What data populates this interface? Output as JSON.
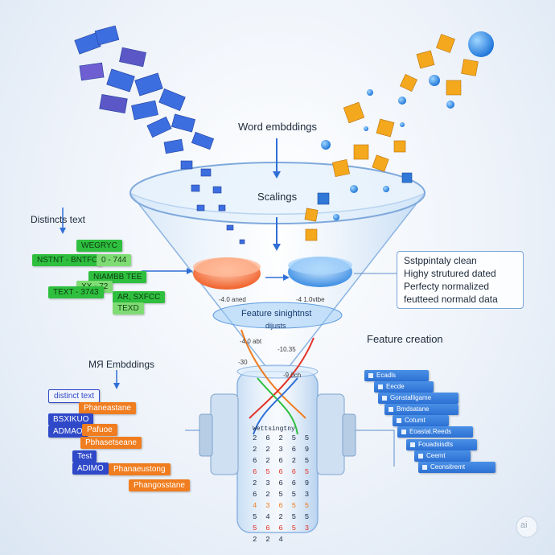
{
  "labels": {
    "word_embeddings": "Word embddings",
    "scalings": "Scalings",
    "distincts_text": "Distincts text",
    "feature_funnel": "Feature sinightnst",
    "feature_funnel_sub": "dijusts",
    "feature_creation": "Feature creation",
    "mr_embeddings": "MЯ Embddings",
    "wordmark": "ai"
  },
  "result_box": [
    "Sstppintaly clean",
    "Highy strutured dated",
    "Perfecty normalized",
    "feutteed normald data"
  ],
  "funnel_annotations": [
    "-4.0 aned",
    "-4 1.0vtbe",
    "-4.0 abt",
    "-10.35",
    "-30",
    "-9.0ch"
  ],
  "distinct_tags": [
    "WEGRYC",
    "NSTNT - BNTFC",
    "0 - 744",
    "NIAMBB TEE",
    "XX - 72",
    "TEXT - 3743",
    "AR, SXFCC",
    "TEXD"
  ],
  "mr_tags": [
    "distinct text",
    "Phaneastane",
    "BSXIKUO",
    "ADMAO",
    "Pafuoe",
    "Pbhasetseane",
    "Test",
    "ADIMO",
    "Phanaeustong",
    "Phangosstane"
  ],
  "feature_list": [
    "Ecadls",
    "Eecde",
    "Gonstalligame",
    "Bmdsatane",
    "Cotumt",
    "Eoastal.Reeds",
    "Fouadsisdts",
    "Ceemt",
    "Ceonsitremt"
  ],
  "tube_header": "Wettsingtny",
  "tube_digits": [
    "2  6  2  5  5",
    "2  2  3  6  9",
    "6  2  6  2  5",
    "6  5  6  6  5",
    "2  3  6  6  9",
    "6  2  5  5  3",
    "4  3  6  5  5",
    "5  4  2  5  5",
    "5  6  6  5  3",
    "2  2  4"
  ],
  "colors": {
    "accent_blue": "#2f6fd6",
    "orange": "#f07d1f",
    "green": "#2fbf3f",
    "funnel": "#9fc7ee"
  }
}
